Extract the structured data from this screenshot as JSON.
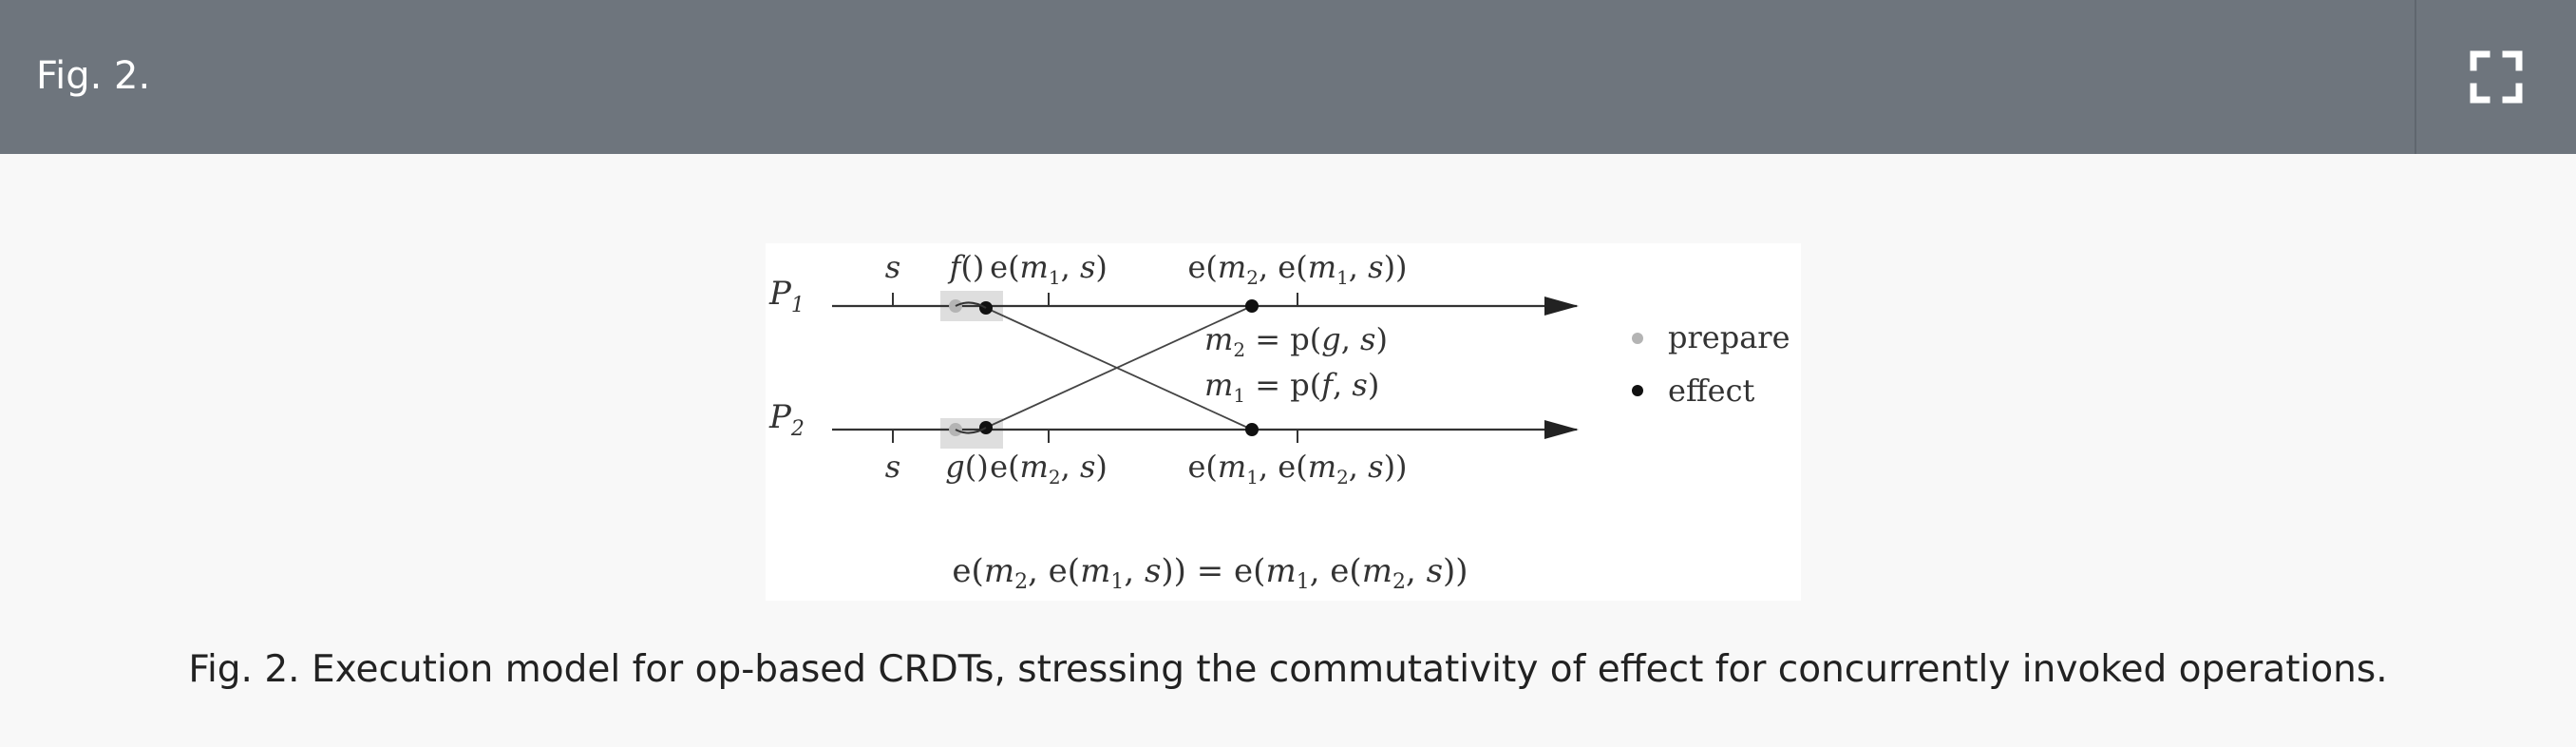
{
  "header": {
    "title": "Fig. 2.",
    "fullscreen_icon": "fullscreen-icon"
  },
  "figure": {
    "processes": [
      "P1",
      "P2"
    ],
    "p1_top_labels": [
      "s",
      "f()",
      "e(m1, s)",
      "e(m2, e(m1, s))"
    ],
    "p2_bottom_labels": [
      "s",
      "g()",
      "e(m2, s)",
      "e(m1, e(m2, s))"
    ],
    "messages": [
      "m2 = p(g, s)",
      "m1 = p(f, s)"
    ],
    "legend": [
      {
        "label": "prepare",
        "color": "#b4b4b4"
      },
      {
        "label": "effect",
        "color": "#111111"
      }
    ],
    "equation": "e(m2, e(m1, s)) = e(m1, e(m2, s))"
  },
  "caption": {
    "label": "Fig. 2.",
    "text": " Execution model for op-based CRDTs, stressing the commutativity of effect for concurrently invoked operations."
  }
}
